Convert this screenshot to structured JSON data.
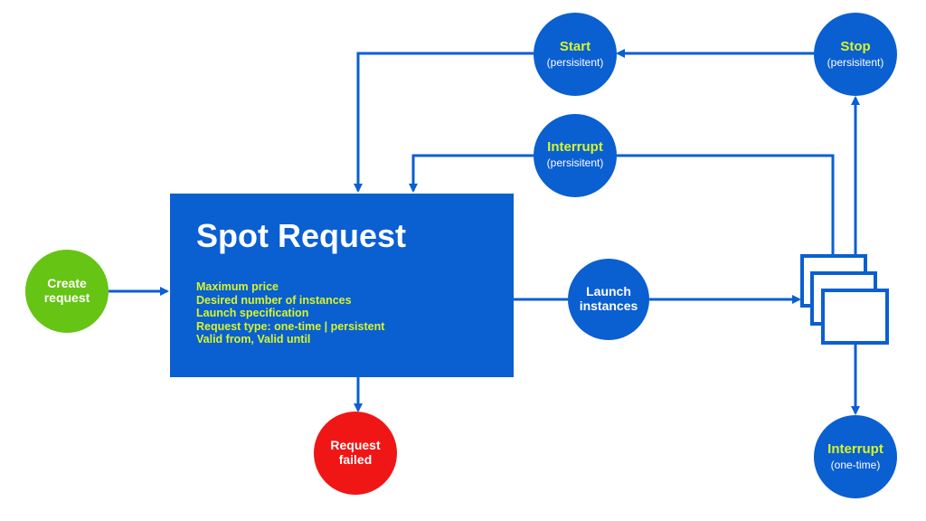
{
  "nodes": {
    "create_request": {
      "line1": "Create",
      "line2": "request",
      "color": "#66c414"
    },
    "spot_request": {
      "title": "Spot Request",
      "fields": [
        "Maximum price",
        "Desired number of instances",
        "Launch specification",
        "Request type: one-time | persistent",
        "Valid from, Valid until"
      ],
      "color": "#0a5fd1"
    },
    "request_failed": {
      "line1": "Request",
      "line2": "failed",
      "color": "#f01616"
    },
    "launch_instances": {
      "line1": "Launch",
      "line2": "instances"
    },
    "start_persistent": {
      "title": "Start",
      "subtitle": "(persisitent)"
    },
    "stop_persistent": {
      "title": "Stop",
      "subtitle": "(persisitent)"
    },
    "interrupt_persistent": {
      "title": "Interrupt",
      "subtitle": "(persisitent)"
    },
    "interrupt_one_time": {
      "title": "Interrupt",
      "subtitle": "(one-time)"
    }
  },
  "colors": {
    "primary_blue": "#0a5fd1",
    "accent_green_text": "#d6f52a",
    "arrow": "#0a5fd1"
  }
}
